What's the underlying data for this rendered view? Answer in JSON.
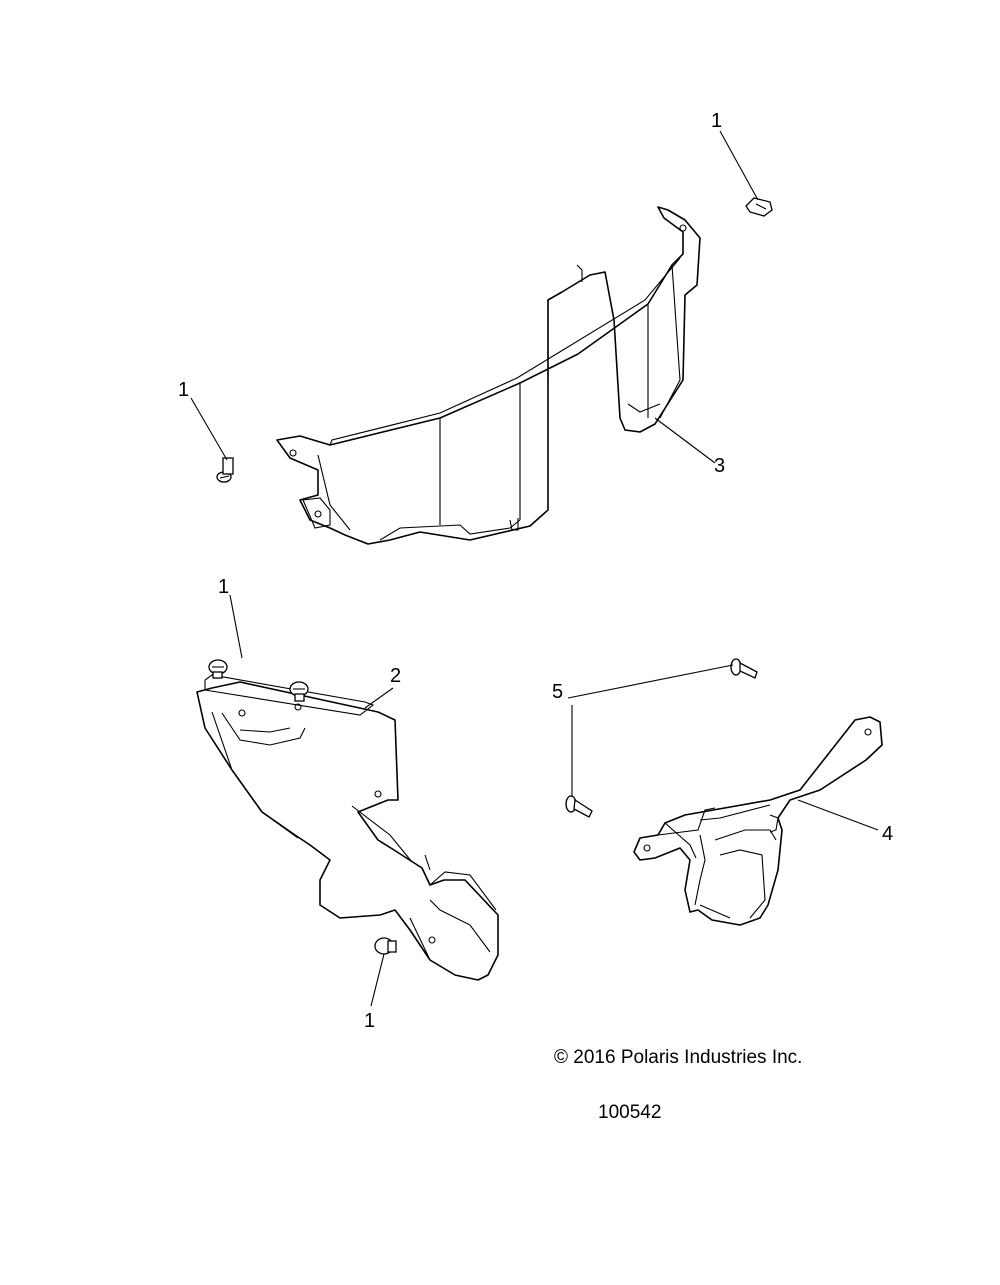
{
  "callouts": {
    "c1_top_right": "1",
    "c1_left": "1",
    "c1_mid_left": "1",
    "c1_bottom": "1",
    "c2": "2",
    "c3": "3",
    "c4": "4",
    "c5": "5"
  },
  "footer": {
    "copyright": "© 2016 Polaris Industries Inc.",
    "drawing_number": "100542"
  }
}
